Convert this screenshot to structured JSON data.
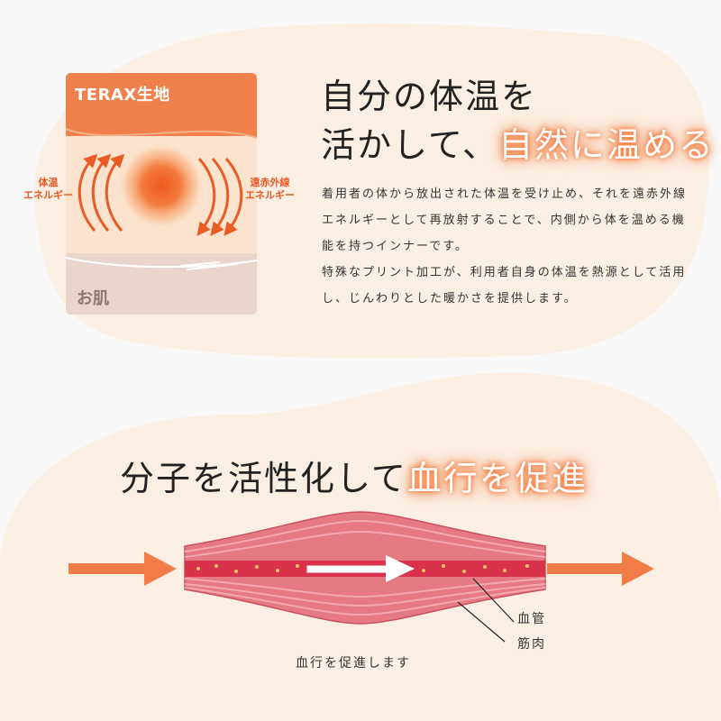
{
  "colors": {
    "accent": "#f0804c",
    "arrow": "#f27c48",
    "label_orange": "#ea5b25",
    "muscle": "#e57a82",
    "vessel": "#d8334a",
    "blob": "#fbefe4"
  },
  "top": {
    "card": {
      "title": "TERAX生地",
      "skin_label": "お肌"
    },
    "label_left": [
      "体温",
      "エネルギー"
    ],
    "label_right": [
      "遠赤外線",
      "エネルギー"
    ],
    "headline": {
      "line1": "自分の体温を",
      "line2_plain": "活かして、",
      "line2_highlight": "自然に温める"
    },
    "description": [
      "着用者の体から放出された体温を受け止め、それを遠赤外線エネルギーとして再放射することで、内側から体を温める機能を持つインナーです。",
      "特殊なプリント加工が、利用者自身の体温を熱源として活用し、じんわりとした暖かさを提供します。"
    ]
  },
  "bottom": {
    "headline": {
      "plain": "分子を活性化して",
      "highlight": "血行を促進"
    },
    "labels": {
      "vessel": "血管",
      "muscle": "筋肉",
      "caption": "血行を促進します"
    }
  }
}
